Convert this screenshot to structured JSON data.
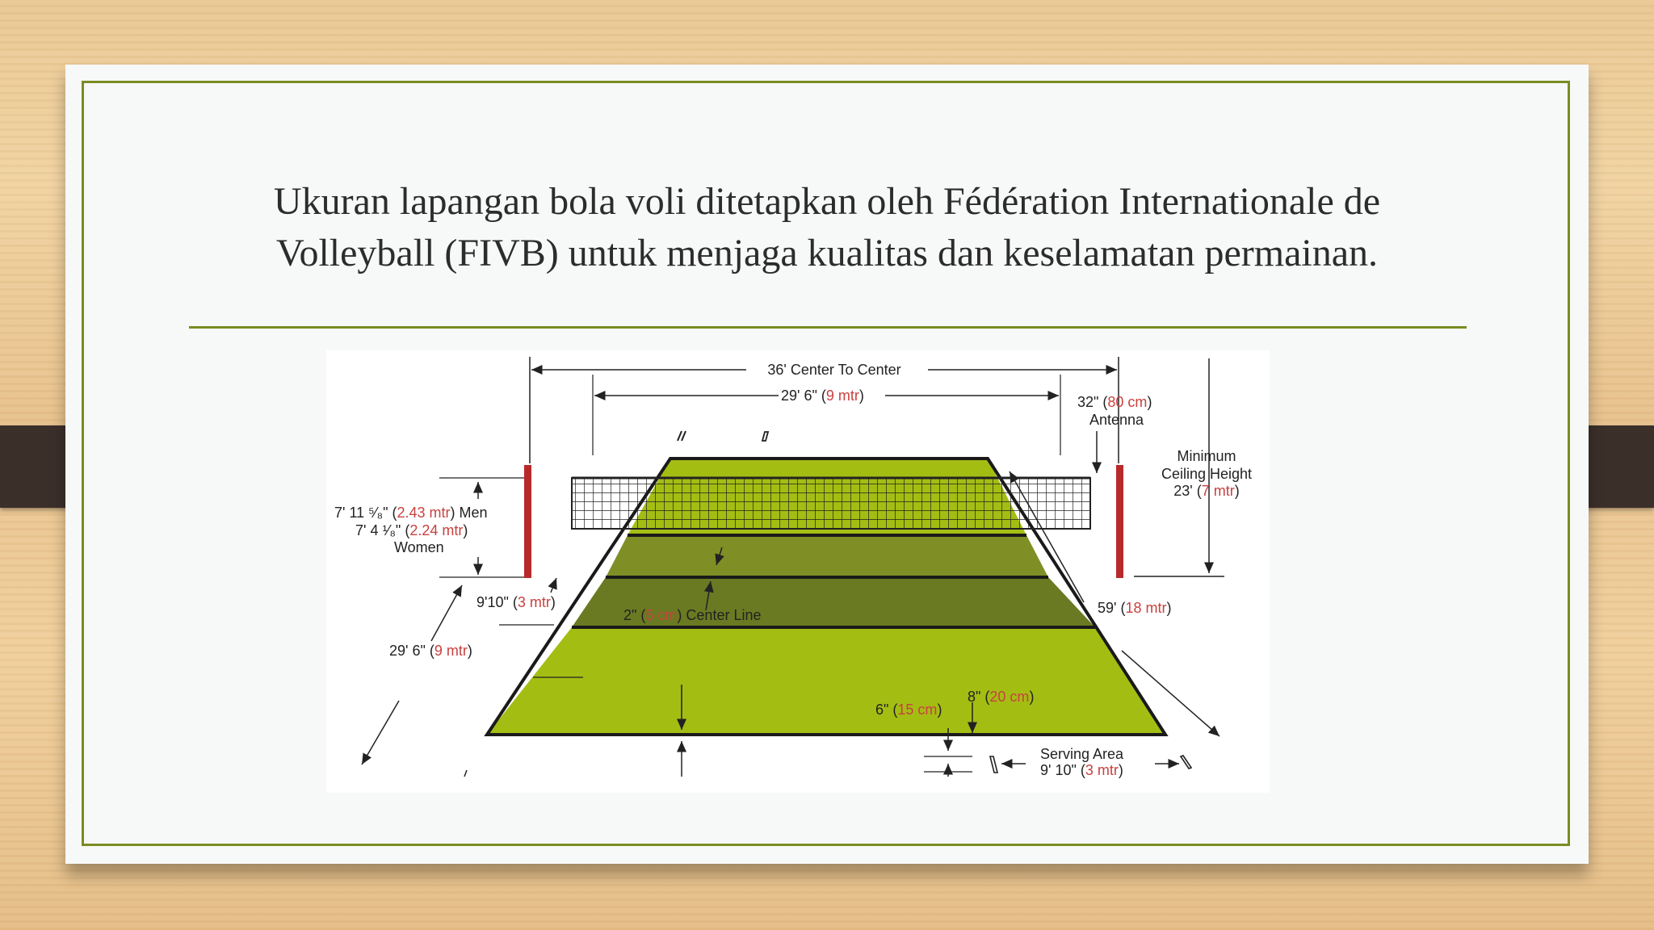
{
  "slide": {
    "title_line1": "Ukuran lapangan bola voli ditetapkan oleh Fédération Internationale de",
    "title_line2": "Volleyball (FIVB) untuk menjaga kualitas dan keselamatan permainan."
  },
  "diagram": {
    "center_to_center": "36' Center To Center",
    "width_imperial": "29' 6\" (",
    "width_metric": "9 mtr",
    "width_close": ")",
    "antenna_imperial": "32\" (",
    "antenna_metric": "80 cm",
    "antenna_close": ")",
    "antenna_label": "Antenna",
    "ceiling_line1": "Minimum",
    "ceiling_line2": "Ceiling Height",
    "ceiling_imperial": "23' (",
    "ceiling_metric": "7 mtr",
    "ceiling_close": ")",
    "net_men_imperial": "7' 11 ⁵⁄₈\" (",
    "net_men_metric": "2.43 mtr",
    "net_men_close": ") Men",
    "net_women_imperial": "7' 4 ¹⁄₈\" (",
    "net_women_metric": "2.24 mtr",
    "net_women_close": ")",
    "net_women_label": "Women",
    "attack_imperial": "9'10\" (",
    "attack_metric": "3 mtr",
    "attack_close": ")",
    "center_line_imperial": "2\" (",
    "center_line_metric": "5 cm",
    "center_line_close": ") Center Line",
    "side_width_imperial": "29' 6\" (",
    "side_width_metric": "9 mtr",
    "side_width_close": ")",
    "length_imperial": "59' (",
    "length_metric": "18 mtr",
    "length_close": ")",
    "six_inch_imperial": "6\" (",
    "six_inch_metric": "15 cm",
    "six_inch_close": ")",
    "eight_inch_imperial": "8\" (",
    "eight_inch_metric": "20 cm",
    "eight_inch_close": ")",
    "serving_label": "Serving Area",
    "serving_imperial": "9' 10\" (",
    "serving_metric": "3 mtr",
    "serving_close": ")",
    "colors": {
      "court_light": "#a4bd13",
      "court_mid": "#7f8f25",
      "court_dark": "#6a7a22",
      "post": "#b82a2a",
      "metric_text": "#c8413f",
      "frame": "#7a8c22"
    }
  }
}
